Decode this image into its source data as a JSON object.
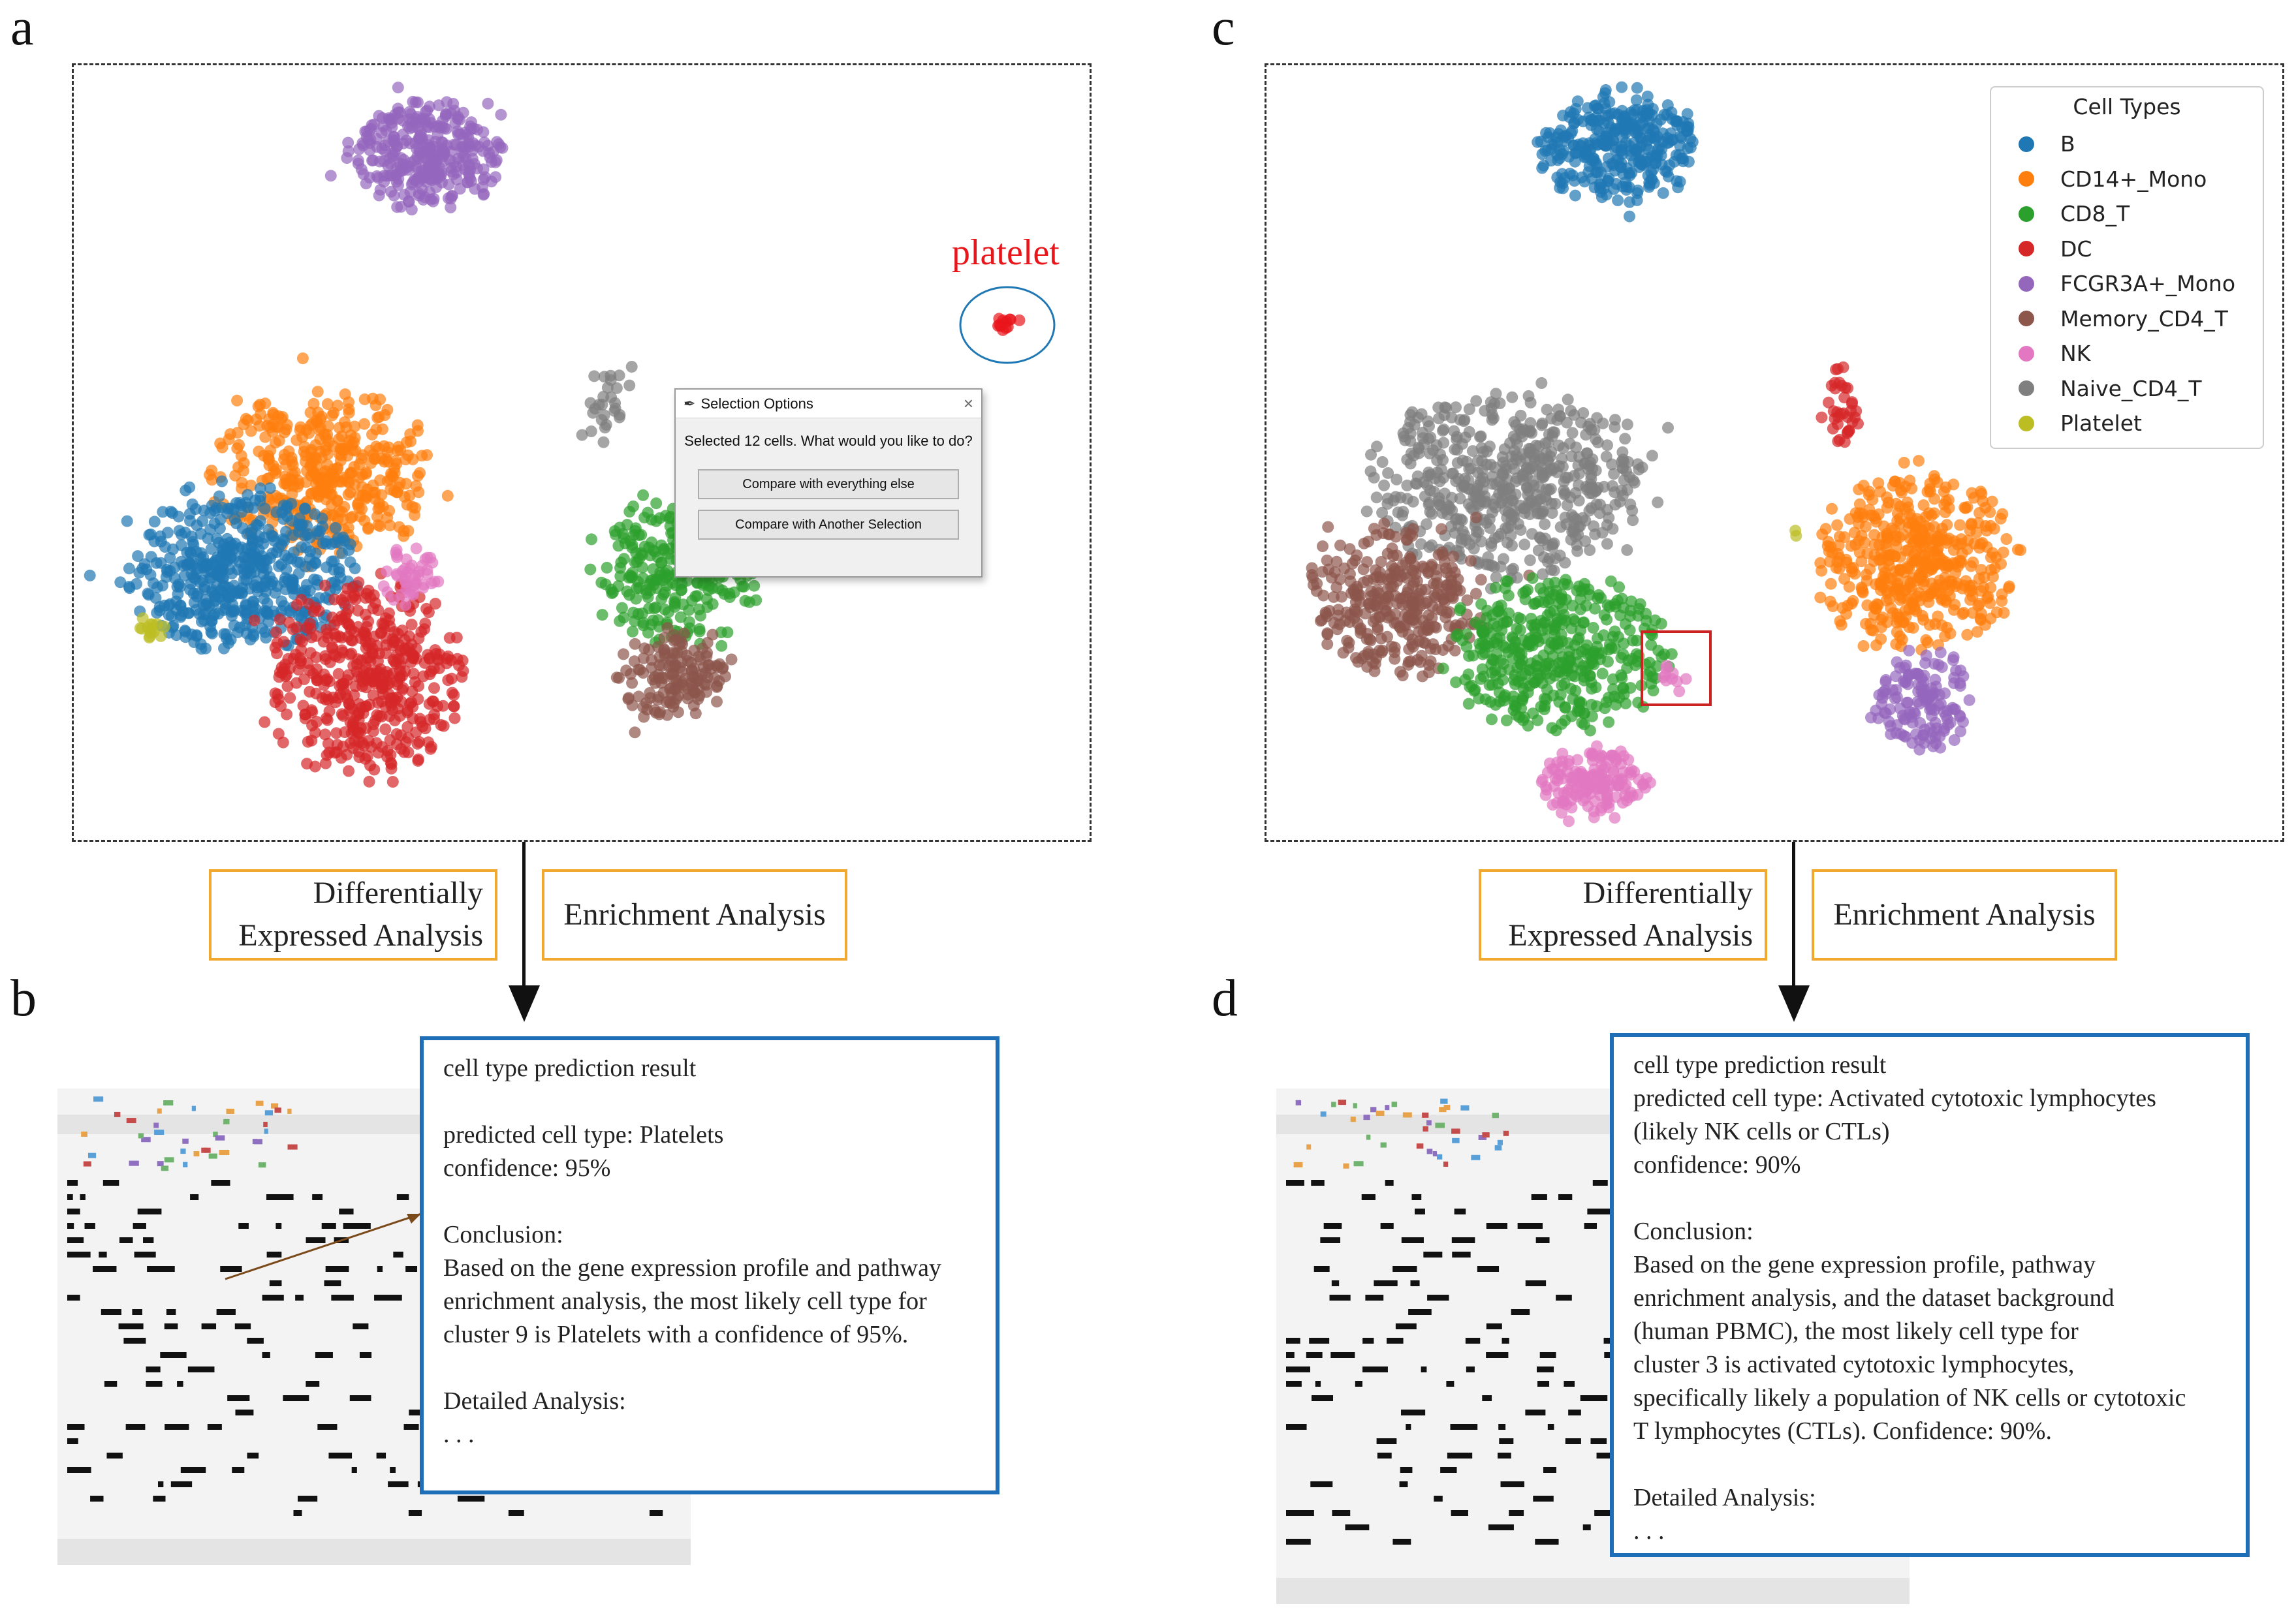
{
  "panel_labels": {
    "a": "a",
    "b": "b",
    "c": "c",
    "d": "d"
  },
  "colors": {
    "B": "#1f77b4",
    "CD14+_Mono": "#ff7f0e",
    "CD8_T": "#2ca02c",
    "DC": "#d62728",
    "FCGR3A+_Mono": "#9467bd",
    "Memory_CD4_T": "#8c564b",
    "NK": "#e377c2",
    "Naive_CD4_T": "#7f7f7f",
    "Platelet": "#bcbd22",
    "flow_box_border": "#f0a830",
    "result_box_border": "#1f6fb8",
    "highlight_red": "#e8151b",
    "lasso_blue": "#1f77b4",
    "connector_brown": "#7a4a1a"
  },
  "panel_a": {
    "annotation": "platelet",
    "dialog": {
      "title": "Selection Options",
      "close_icon": "close-icon",
      "title_icon": "feather-icon",
      "message": "Selected 12 cells. What would you like to do?",
      "button1": "Compare with everything else",
      "button2": "Compare with Another Selection"
    }
  },
  "panel_c": {
    "legend": {
      "title": "Cell Types",
      "items": [
        "B",
        "CD14+_Mono",
        "CD8_T",
        "DC",
        "FCGR3A+_Mono",
        "Memory_CD4_T",
        "NK",
        "Naive_CD4_T",
        "Platelet"
      ]
    }
  },
  "flow_left": {
    "dea_line1": "Differentially",
    "dea_line2": "Expressed Analysis",
    "enrichment": "Enrichment Analysis"
  },
  "flow_right": {
    "dea_line1": "Differentially",
    "dea_line2": "Expressed Analysis",
    "enrichment": "Enrichment Analysis"
  },
  "result_b": {
    "heading": "cell type prediction result",
    "predicted": "predicted cell type: Platelets",
    "confidence": "confidence: 95%",
    "conclusion_label": "Conclusion:",
    "conclusion_lines": [
      "Based on the gene expression profile and pathway",
      "enrichment analysis, the most likely cell type for",
      "cluster 9 is Platelets with a confidence of  95%."
    ],
    "detail_label": "Detailed Analysis:",
    "ellipsis": ". . ."
  },
  "result_d": {
    "heading": "cell type prediction result",
    "predicted_lines": [
      "predicted cell type: Activated cytotoxic lymphocytes",
      "(likely NK cells or CTLs)"
    ],
    "confidence": "confidence: 90%",
    "conclusion_label": "Conclusion:",
    "conclusion_lines": [
      "Based on the gene expression profile, pathway",
      "enrichment analysis, and the dataset background",
      "(human PBMC), the most likely cell type for",
      "cluster 3 is activated cytotoxic lymphocytes,",
      "specifically likely a population of NK cells or cytotoxic",
      "T lymphocytes (CTLs). Confidence: 90%."
    ],
    "detail_label": "Detailed Analysis:",
    "ellipsis": ". . ."
  }
}
